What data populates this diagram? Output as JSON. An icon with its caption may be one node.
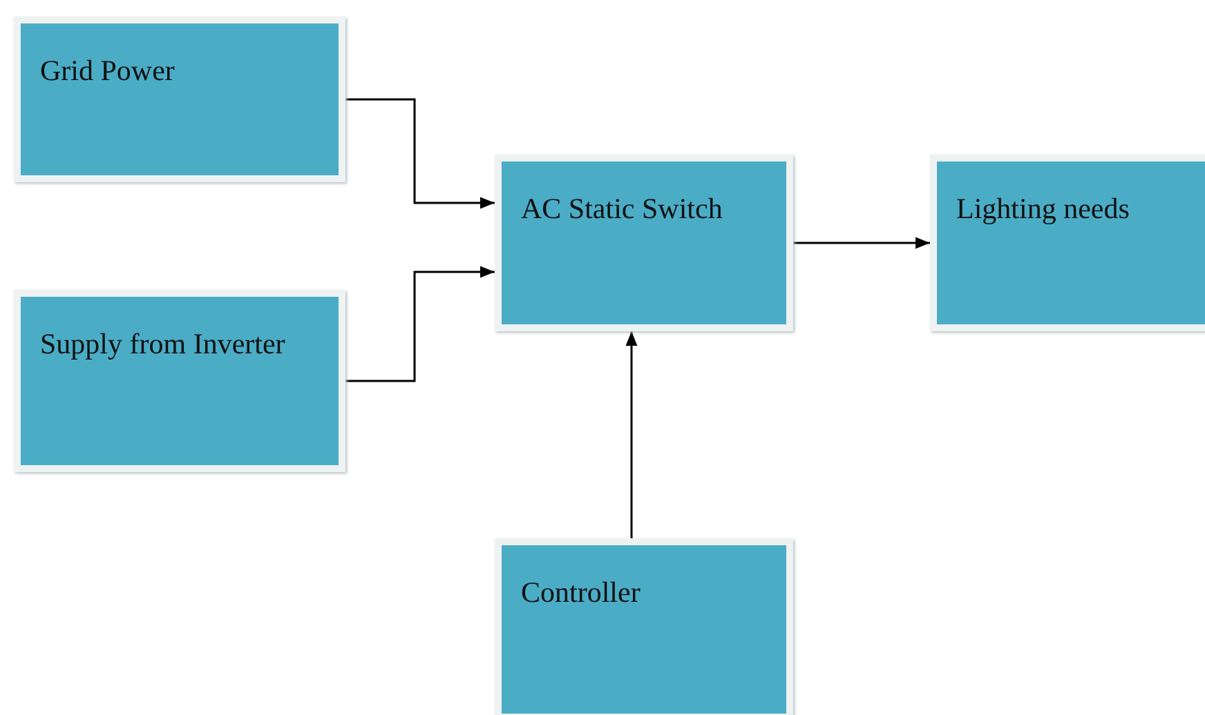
{
  "diagram": {
    "nodes": [
      {
        "text": [
          "Grid Power"
        ]
      },
      {
        "text": [
          "Supply from Inverter"
        ]
      },
      {
        "text": [
          "AC Static Switch"
        ]
      },
      {
        "text": [
          "Lighting needs"
        ]
      },
      {
        "text": [
          "Controller"
        ]
      }
    ],
    "edges": [
      {
        "from": 0,
        "to": 2,
        "arrow": "to"
      },
      {
        "from": 1,
        "to": 2,
        "arrow": "to"
      },
      {
        "from": 2,
        "to": 3,
        "arrow": "to"
      },
      {
        "from": 4,
        "to": 2,
        "arrow": "to"
      }
    ]
  }
}
